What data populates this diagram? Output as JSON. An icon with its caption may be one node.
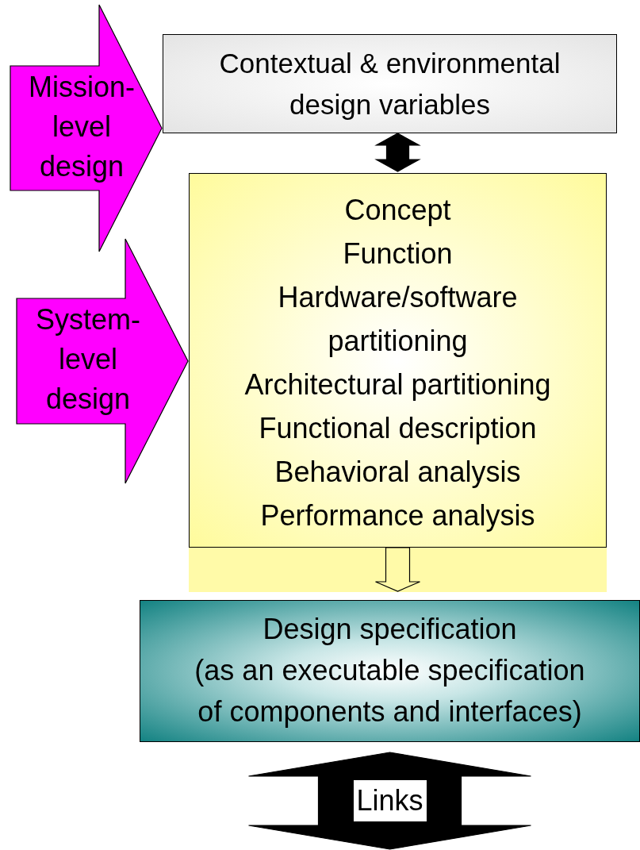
{
  "diagram": {
    "nodes": [
      {
        "text": [
          "Mission-level design"
        ]
      },
      {
        "text": [
          "Contextual & environmental design variables"
        ]
      },
      {
        "text": [
          "System-level design"
        ]
      },
      {
        "text": [
          "Concept",
          "Function",
          "Hardware/software partitioning",
          "Architectural partitioning",
          "Functional description",
          "Behavioral analysis",
          "Performance analysis"
        ]
      },
      {
        "text": [
          "Design specification",
          "(as an executable specification of components and interfaces)"
        ]
      }
    ],
    "edges": [
      {
        "from": 1,
        "to": 3,
        "arrow": "both",
        "style": "thick"
      },
      {
        "from": 3,
        "to": 4,
        "arrow": "to"
      },
      {
        "from": 4,
        "to": null,
        "arrow": "both",
        "style": "thick",
        "label": "Links"
      }
    ]
  }
}
